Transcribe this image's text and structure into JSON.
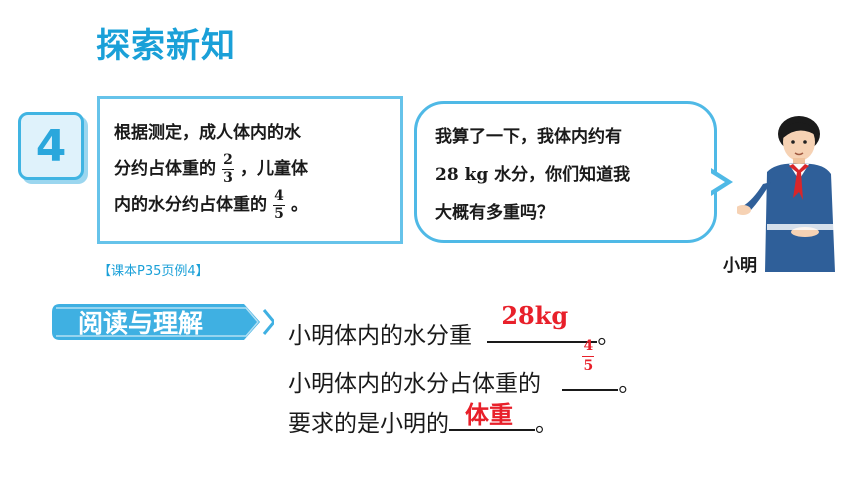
{
  "header": {
    "title": "探索新知"
  },
  "problem": {
    "number": "4",
    "text": {
      "l1": "根据测定，成人体内的水",
      "l2a": "分约占体重的",
      "frac1": {
        "num": "2",
        "den": "3"
      },
      "l2b": "，儿童体",
      "l3a": "内的水分约占体重的",
      "frac2": {
        "num": "4",
        "den": "5"
      },
      "l3b": "。"
    },
    "source": "【课本P35页例4】"
  },
  "speech": {
    "l1": "我算了一下，我体内约有",
    "l2": "28 kg 水分，你们知道我",
    "l3": "大概有多重吗？",
    "speaker": "小明"
  },
  "section": {
    "label": "阅读与理解"
  },
  "questions": {
    "q1": {
      "text": "小明体内的水分重",
      "end": "。",
      "answer": "28kg"
    },
    "q2": {
      "text": "小明体内的水分占体重的",
      "end": "。",
      "answer_num": "4",
      "answer_den": "5"
    },
    "q3": {
      "text": "要求的是小明的",
      "end": "。",
      "answer": "体重"
    }
  },
  "colors": {
    "accent": "#1aa0d8",
    "answer": "#e8202a"
  }
}
